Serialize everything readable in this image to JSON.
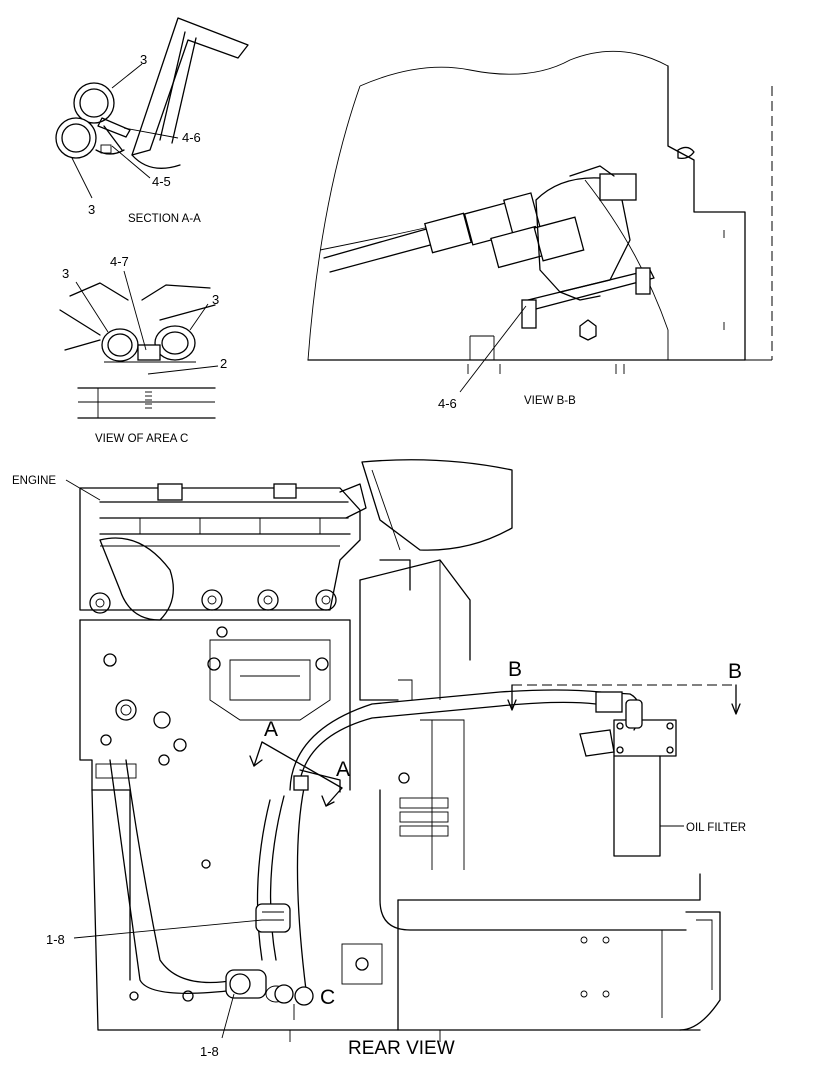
{
  "labels": {
    "sectionAA": {
      "caption": "SECTION A-A",
      "item3_top": "3",
      "item3_bottom": "3",
      "item4_6": "4-6",
      "item4_5": "4-5"
    },
    "areaC": {
      "caption": "VIEW OF AREA C",
      "item3_left": "3",
      "item3_right": "3",
      "item4_7": "4-7",
      "item2": "2"
    },
    "viewBB": {
      "caption": "VIEW B-B",
      "item4_6": "4-6"
    },
    "rear": {
      "caption": "REAR VIEW",
      "engine": "ENGINE",
      "oil_filter": "OIL FILTER",
      "item1_8_top": "1-8",
      "item1_8_bottom": "1-8",
      "section_a_left": "A",
      "section_a_right": "A",
      "section_b_left": "B",
      "section_b_right": "B",
      "area_c": "C"
    }
  }
}
